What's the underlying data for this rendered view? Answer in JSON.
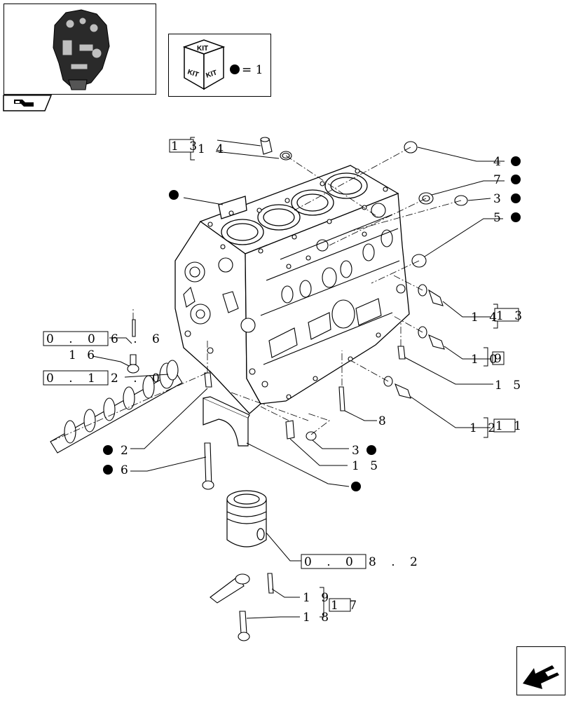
{
  "kit_legend": {
    "kit_label": "KIT",
    "equals_text": "= 1"
  },
  "callouts": {
    "c13_top": "1 3",
    "c14_top": "1 4",
    "c4": "4",
    "c7": "7",
    "c3_top": "3",
    "c5": "5",
    "c14_right": "1 4",
    "c13_right": "1 3",
    "c10": "1 0",
    "c9": "9",
    "c15_right": "1 5",
    "c8": "8",
    "c12": "1 2",
    "c11": "1 1",
    "c3_bottom": "3",
    "c15_bottom": "1 5",
    "c2": "2",
    "c6": "6",
    "c16": "1 6",
    "c19": "1 9",
    "c18": "1 8",
    "c17": "1 7"
  },
  "references": {
    "ref_066_box": "0 . 0",
    "ref_066_tail": "6 . 6",
    "ref_120_box": "0 . 1",
    "ref_120_tail": "2 . 0",
    "ref_082_box": "0 . 0",
    "ref_082_tail": "8 . 2"
  },
  "icons": [
    "engine-thumbnail",
    "kit-cube-icon",
    "kit-dot-icon",
    "back-arrow-icon",
    "next-arrow-icon"
  ]
}
